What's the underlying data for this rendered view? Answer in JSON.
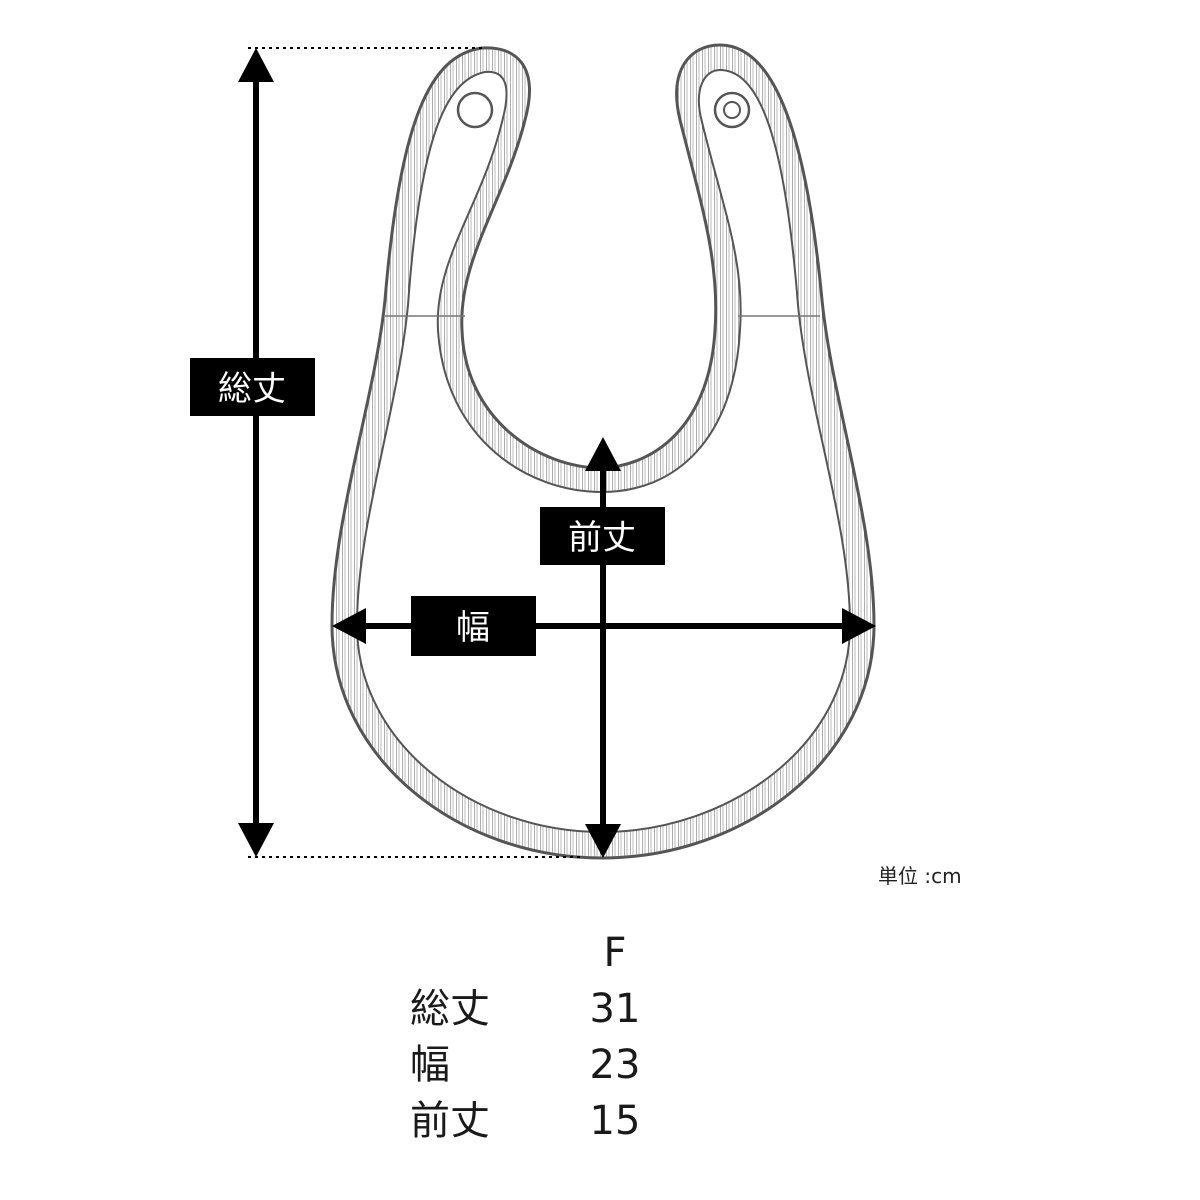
{
  "labels": {
    "total_length": "総丈",
    "front_length": "前丈",
    "width": "幅"
  },
  "unit": "単位 :cm",
  "table": {
    "header": "F",
    "rows": [
      {
        "name": "総丈",
        "value": "31"
      },
      {
        "name": "幅",
        "value": "23"
      },
      {
        "name": "前丈",
        "value": "15"
      }
    ]
  },
  "colors": {
    "outline": "#555555",
    "arrow": "#000000",
    "label_bg": "#000000",
    "label_text": "#ffffff"
  }
}
